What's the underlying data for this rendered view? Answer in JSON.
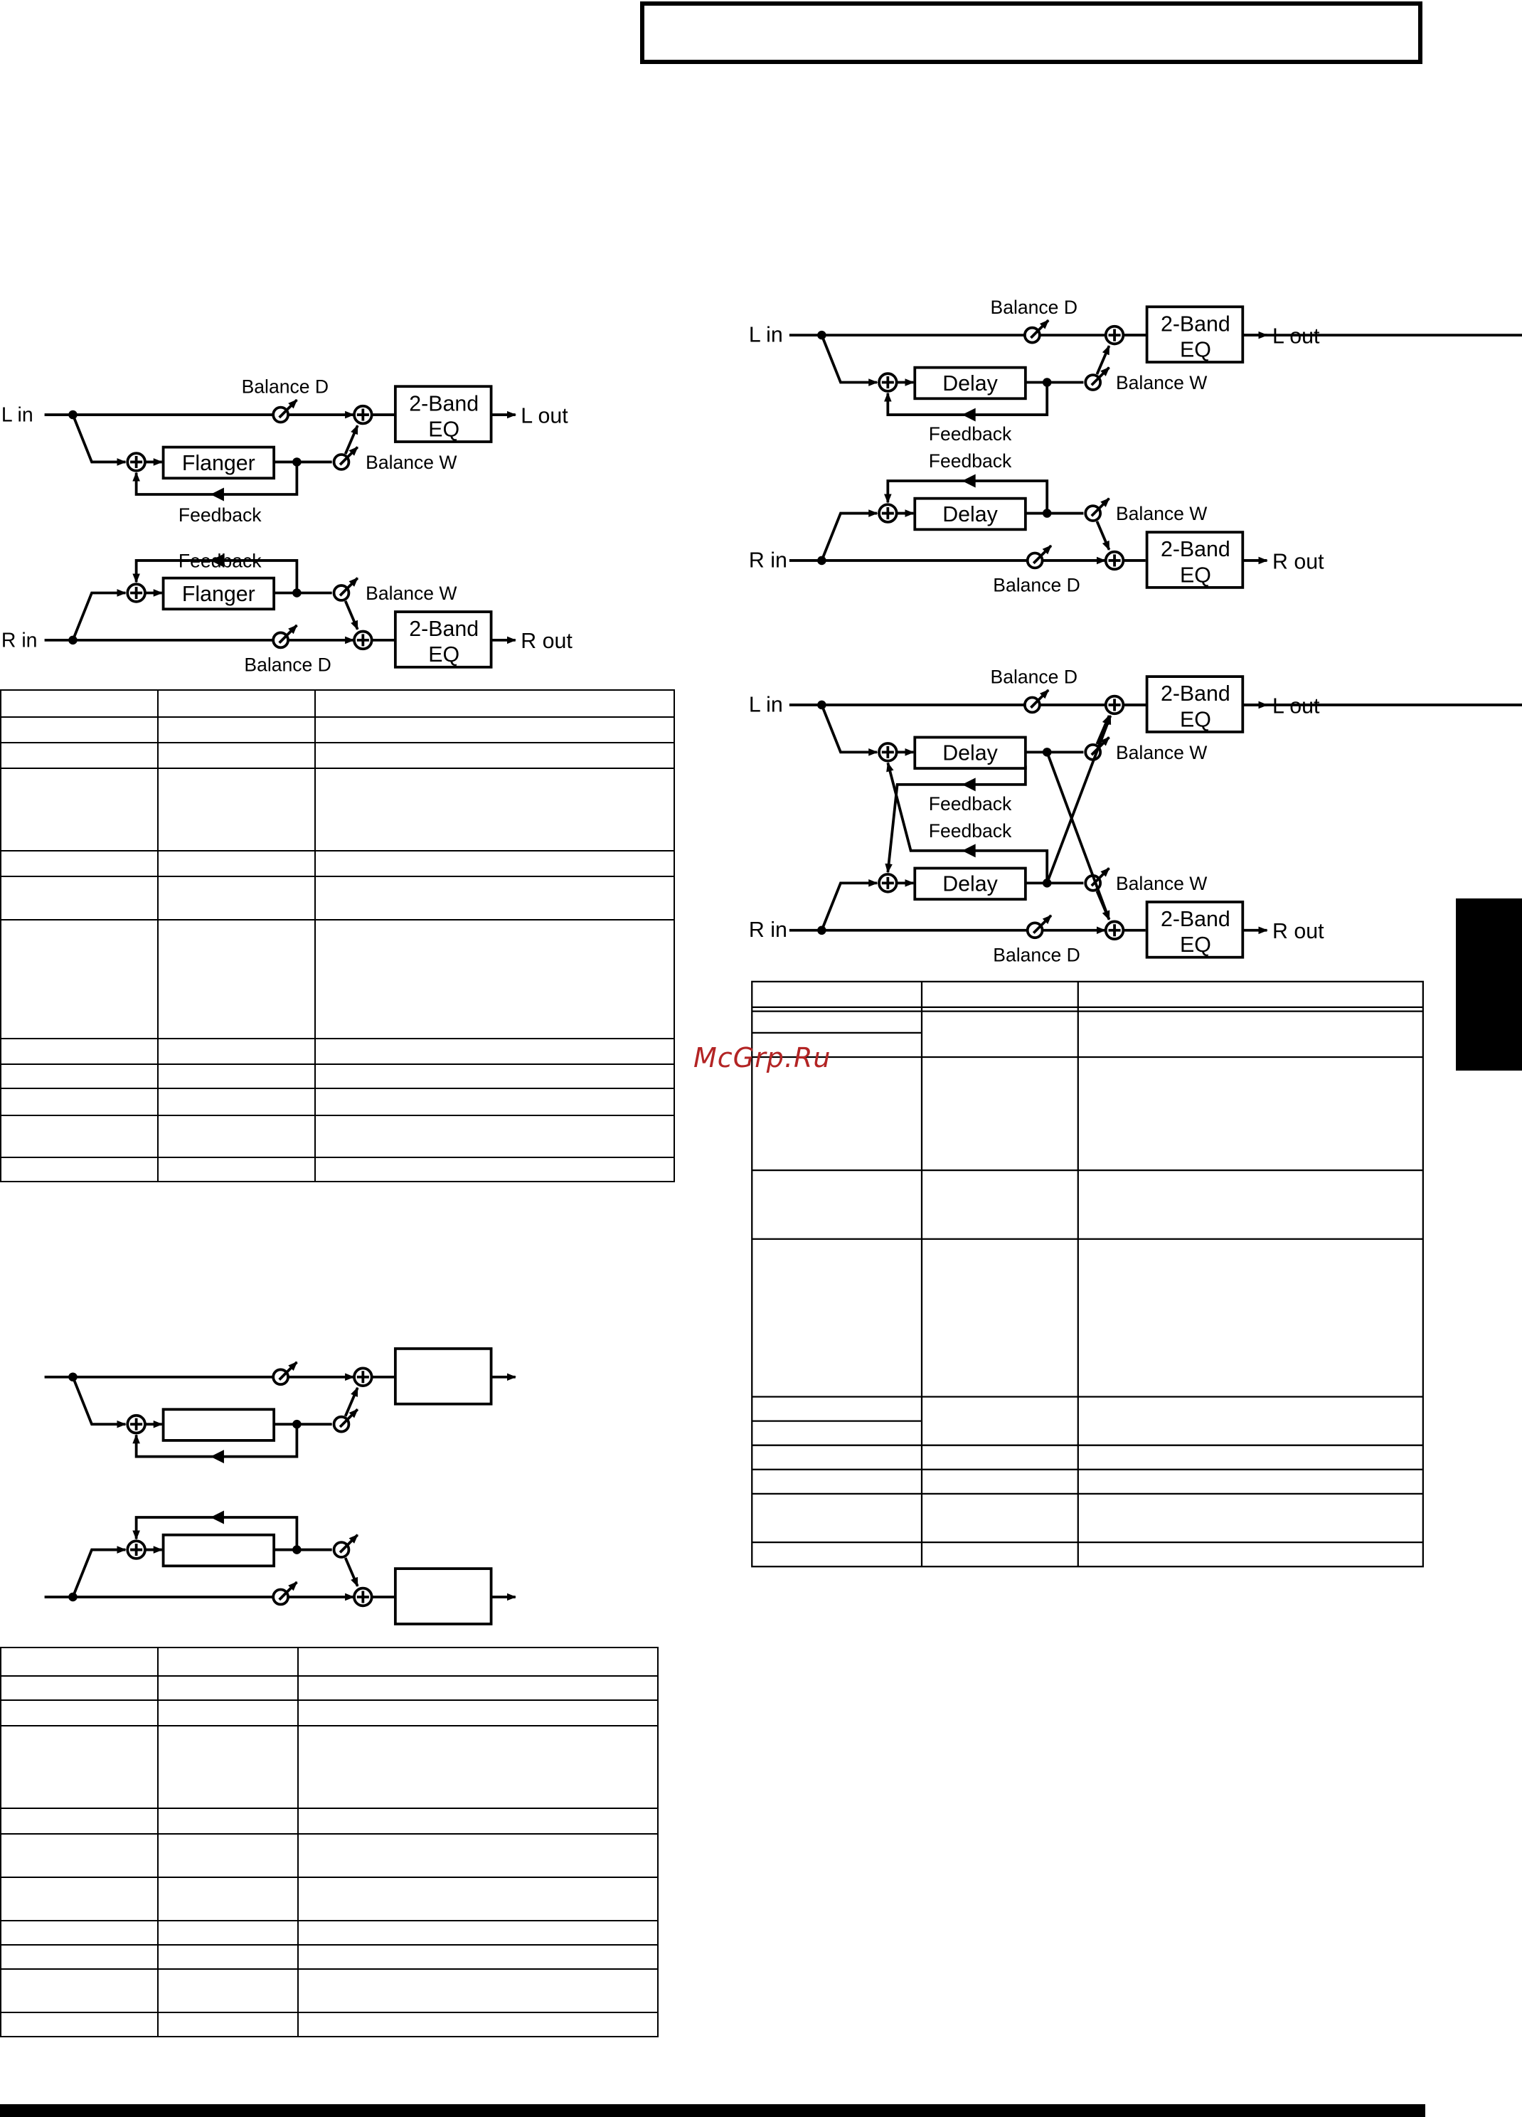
{
  "labels": {
    "l_in": "L in",
    "r_in": "R in",
    "l_out": "L out",
    "r_out": "R out",
    "balance_d": "Balance D",
    "balance_w": "Balance W",
    "feedback": "Feedback",
    "flanger": "Flanger",
    "delay": "Delay",
    "eq_line1": "2-Band",
    "eq_line2": "EQ"
  },
  "watermark": "McGrp.Ru",
  "tables": [
    {
      "name": "table-1",
      "cols": [
        0,
        116,
        232,
        498
      ],
      "rows": [
        511,
        531,
        550,
        569,
        630,
        649,
        681,
        769,
        788,
        806,
        826,
        857,
        875
      ]
    },
    {
      "name": "table-2",
      "cols": [
        0,
        116,
        220,
        487
      ],
      "rows": [
        1220,
        1241,
        1259,
        1278,
        1339,
        1358,
        1390,
        1422,
        1440,
        1458,
        1490,
        1508
      ]
    }
  ]
}
